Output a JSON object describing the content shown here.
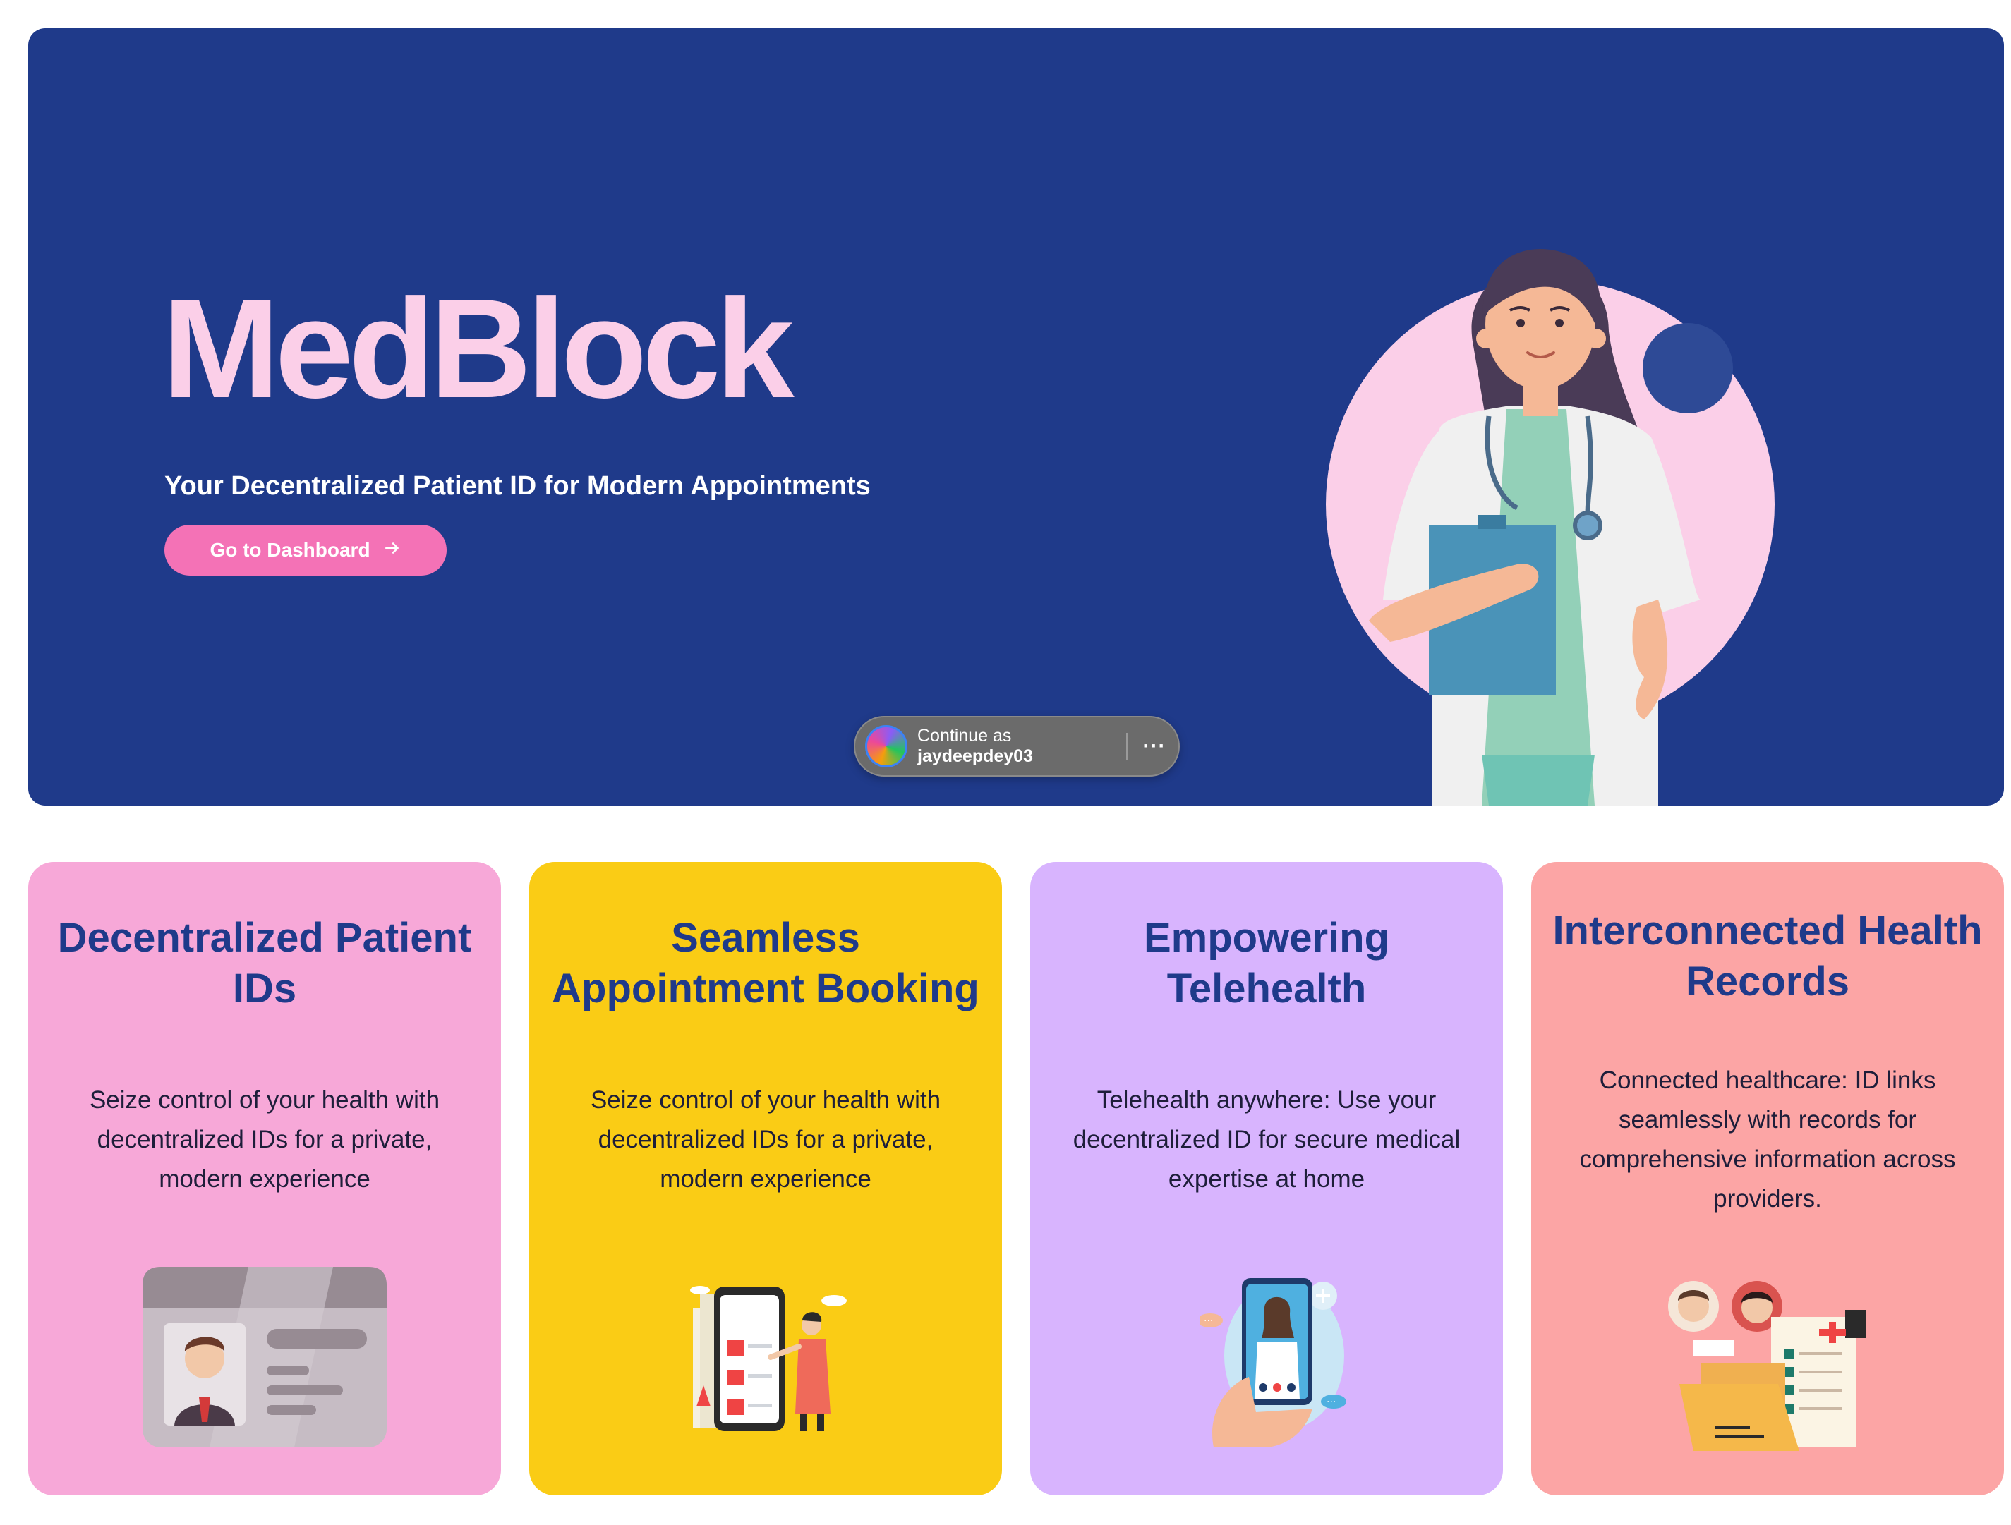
{
  "hero": {
    "title": "MedBlock",
    "subtitle": "Your Decentralized Patient ID for Modern Appointments",
    "cta_label": "Go to Dashboard",
    "background_color": "#1f3a8a",
    "title_color": "#fbcfe8",
    "cta_color": "#f472b6"
  },
  "signin_prompt": {
    "line1": "Continue as",
    "username": "jaydeepdey03",
    "more_label": "···"
  },
  "features": [
    {
      "title": "Decentralized Patient IDs",
      "description": "Seize control of your health with decentralized IDs for a private, modern experience",
      "color": "#f7a8d8"
    },
    {
      "title": "Seamless Appointment Booking",
      "description": "Seize control of your health with decentralized IDs for a private, modern experience",
      "color": "#facc15"
    },
    {
      "title": "Empowering Telehealth",
      "description": "Telehealth anywhere: Use your decentralized ID for secure medical expertise at home",
      "color": "#d8b4fe"
    },
    {
      "title": "Interconnected Health Records",
      "description": "Connected healthcare: ID links seamlessly with records for comprehensive information across providers.",
      "color": "#fca5a5"
    }
  ]
}
